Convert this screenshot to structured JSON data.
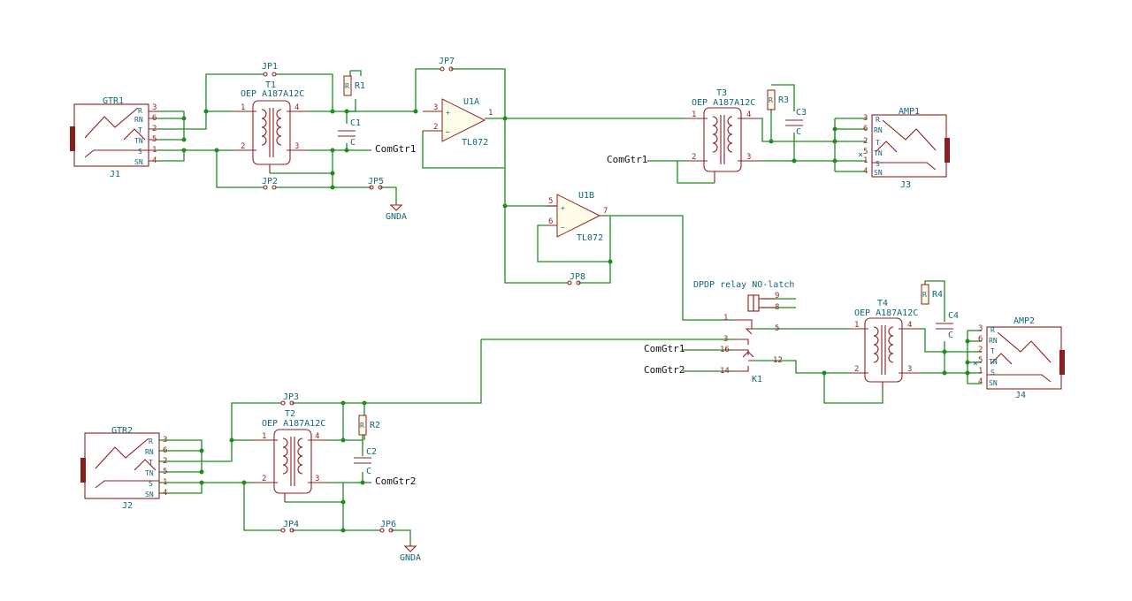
{
  "net_labels": {
    "comgtr1_a": "ComGtr1",
    "comgtr1_b": "ComGtr1",
    "comgtr1_c": "ComGtr1",
    "comgtr2_a": "ComGtr2",
    "comgtr2_b": "ComGtr2",
    "gnda_1": "GNDA",
    "gnda_2": "GNDA"
  },
  "components": {
    "gtr1": {
      "ref": "GTR1",
      "name": "J1",
      "pins": [
        "3",
        "6",
        "2",
        "5",
        "1",
        "4"
      ],
      "pin_labels": [
        "R",
        "RN",
        "T",
        "TN",
        "S",
        "SN"
      ]
    },
    "gtr2": {
      "ref": "GTR2",
      "name": "J2",
      "pins": [
        "3",
        "6",
        "2",
        "5",
        "1",
        "4"
      ],
      "pin_labels": [
        "R",
        "RN",
        "T",
        "TN",
        "S",
        "SN"
      ]
    },
    "amp1": {
      "ref": "AMP1",
      "name": "J3",
      "pins": [
        "3",
        "6",
        "2",
        "5",
        "1",
        "4"
      ],
      "pin_labels": [
        "R",
        "RN",
        "T",
        "TN",
        "S",
        "SN"
      ]
    },
    "amp2": {
      "ref": "AMP2",
      "name": "J4",
      "pins": [
        "3",
        "6",
        "2",
        "5",
        "1",
        "4"
      ],
      "pin_labels": [
        "R",
        "RN",
        "T",
        "TN",
        "S",
        "SN"
      ]
    },
    "t1": {
      "ref": "T1",
      "value": "OEP A187A12C"
    },
    "t2": {
      "ref": "T2",
      "value": "OEP A187A12C"
    },
    "t3": {
      "ref": "T3",
      "value": "OEP A187A12C"
    },
    "t4": {
      "ref": "T4",
      "value": "OEP A187A12C"
    },
    "r1": {
      "ref": "R1",
      "value": "R"
    },
    "r2": {
      "ref": "R2",
      "value": "R"
    },
    "r3": {
      "ref": "R3",
      "value": "R"
    },
    "r4": {
      "ref": "R4",
      "value": "R"
    },
    "c1": {
      "ref": "C1",
      "value": "C"
    },
    "c2": {
      "ref": "C2",
      "value": "C"
    },
    "c3": {
      "ref": "C3",
      "value": "C"
    },
    "c4": {
      "ref": "C4",
      "value": "C"
    },
    "u1a": {
      "ref": "U1A",
      "value": "TL072"
    },
    "u1b": {
      "ref": "U1B",
      "value": "TL072"
    },
    "k1": {
      "ref": "K1",
      "value": "DPDP relay NO-latch"
    },
    "jumpers": [
      "JP1",
      "JP2",
      "JP3",
      "JP4",
      "JP5",
      "JP6",
      "JP7",
      "JP8"
    ]
  }
}
